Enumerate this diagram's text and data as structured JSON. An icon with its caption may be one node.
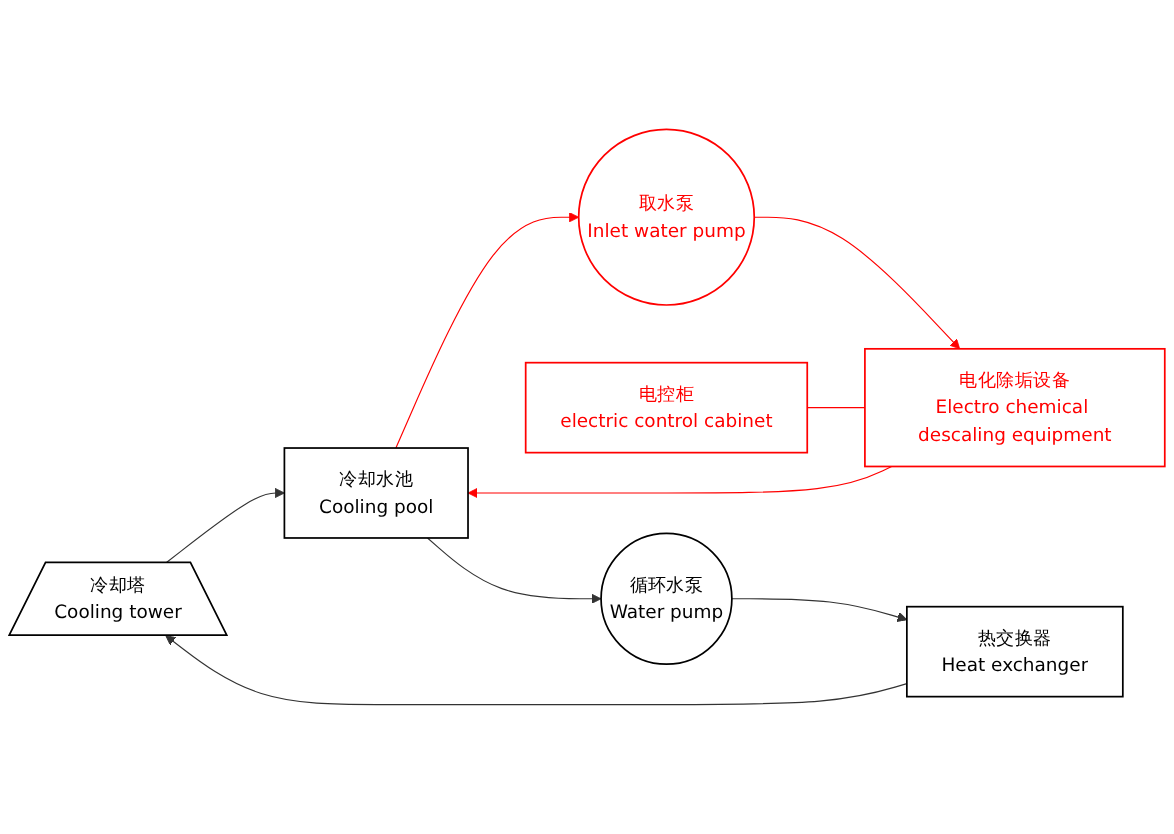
{
  "diagram": {
    "nodes": [
      {
        "text": [
          "冷却塔",
          "Cooling tower"
        ]
      },
      {
        "text": [
          "冷却水池",
          "Cooling pool"
        ]
      },
      {
        "text": [
          "取水泵",
          "Inlet water pump"
        ]
      },
      {
        "text": [
          "电化除垢设备",
          "Electro chemical descaling equipment"
        ]
      },
      {
        "text": [
          "电控柜",
          "electric control cabinet"
        ]
      },
      {
        "text": [
          "热交换器",
          "Heat exchanger"
        ]
      },
      {
        "text": [
          "循环水泵",
          "Water pump"
        ]
      }
    ],
    "edges": [
      {
        "from": 0,
        "to": 1,
        "arrow": "to"
      },
      {
        "from": 1,
        "to": 2,
        "arrow": "to",
        "color": "#ff0000"
      },
      {
        "from": 2,
        "to": 3,
        "arrow": "to",
        "color": "#ff0000"
      },
      {
        "from": 3,
        "to": 1,
        "arrow": "to",
        "color": "#ff0000"
      },
      {
        "from": 4,
        "to": 3,
        "arrow": "none",
        "color": "#ff0000"
      },
      {
        "from": 1,
        "to": 6,
        "arrow": "to"
      },
      {
        "from": 6,
        "to": 5,
        "arrow": "to"
      },
      {
        "from": 5,
        "to": 0,
        "arrow": "to"
      }
    ]
  }
}
